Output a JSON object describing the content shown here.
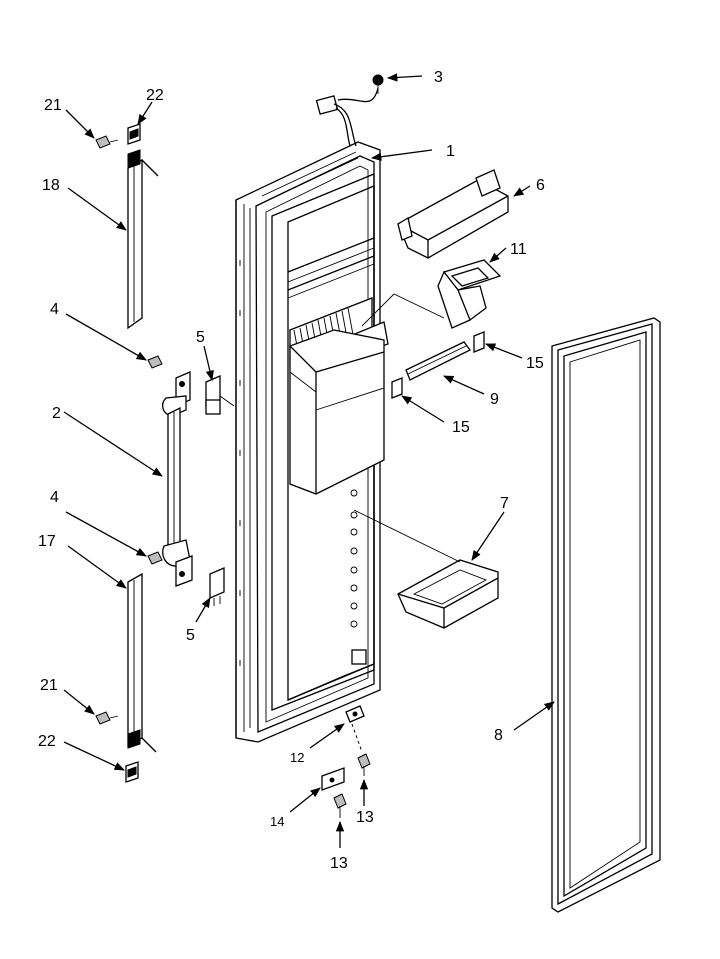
{
  "callouts": {
    "c1": "1",
    "c2": "2",
    "c3": "3",
    "c4a": "4",
    "c4b": "4",
    "c5a": "5",
    "c5b": "5",
    "c6": "6",
    "c7": "7",
    "c8": "8",
    "c9": "9",
    "c11": "11",
    "c12": "12",
    "c13a": "13",
    "c13b": "13",
    "c14": "14",
    "c15a": "15",
    "c15b": "15",
    "c17": "17",
    "c18": "18",
    "c21a": "21",
    "c21b": "21",
    "c22a": "22",
    "c22b": "22"
  }
}
